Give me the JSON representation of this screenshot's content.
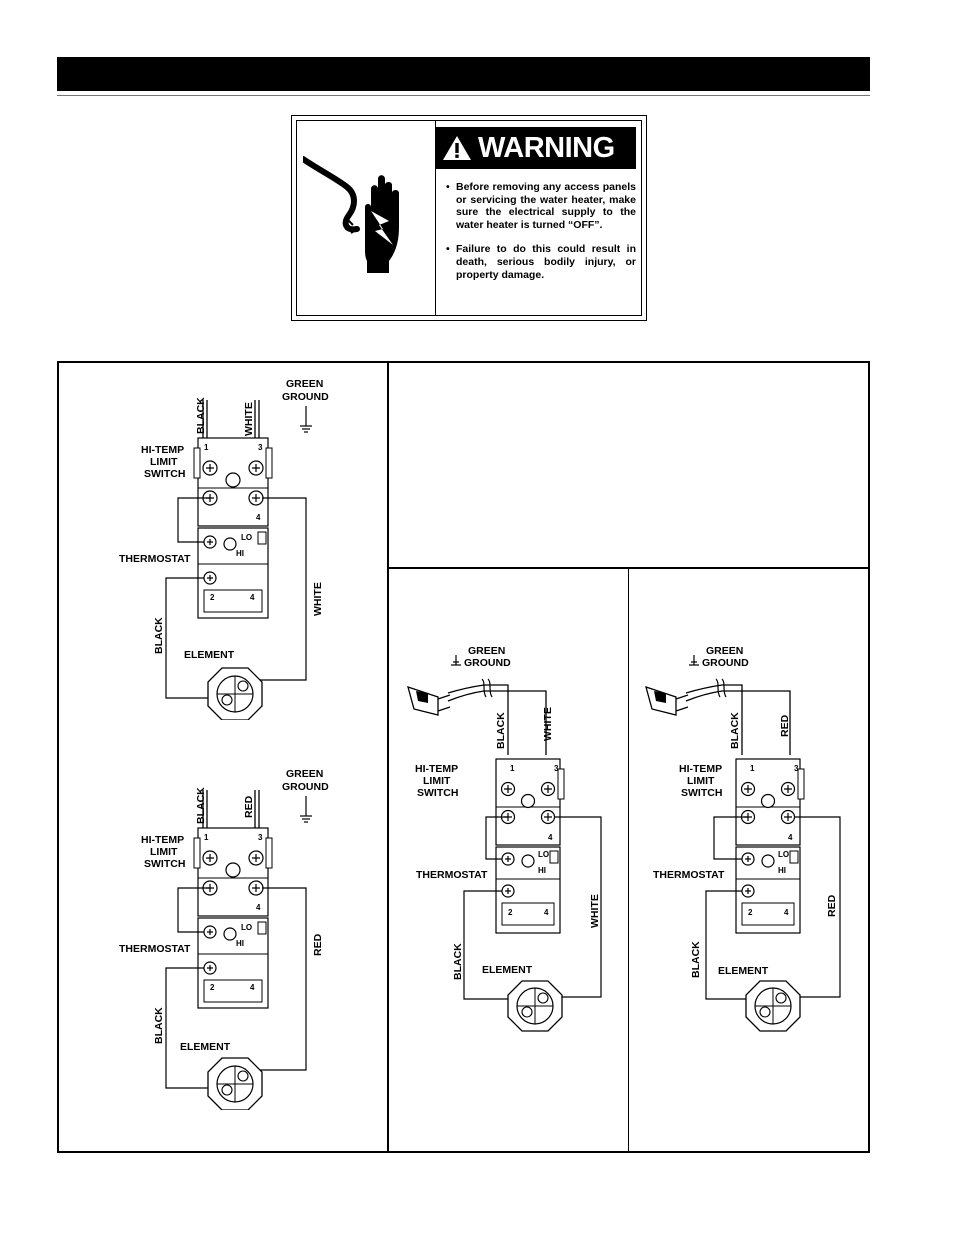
{
  "warning": {
    "title": "WARNING",
    "bullets": [
      "Before removing any access panels or servicing the water heater, make sure the electrical supply to the water heater is turned “OFF”.",
      "Failure to do this could result in death, serious bodily injury, or property damage."
    ]
  },
  "diagram_labels": {
    "green_ground": [
      "GREEN",
      "GROUND"
    ],
    "hi_temp_limit_switch": [
      "HI-TEMP",
      "LIMIT",
      "SWITCH"
    ],
    "thermostat": "THERMOSTAT",
    "element": "ELEMENT",
    "black": "BLACK",
    "white": "WHITE",
    "red": "RED",
    "terminal_1": "1",
    "terminal_2": "2",
    "terminal_3": "3",
    "terminal_4": "4",
    "lo": "LO",
    "hi": "HI"
  },
  "diagrams": [
    {
      "id": "hardwired-240v-white",
      "wire_left": "BLACK",
      "wire_right": "WHITE",
      "cord": false
    },
    {
      "id": "hardwired-240v-red",
      "wire_left": "BLACK",
      "wire_right": "RED",
      "cord": false
    },
    {
      "id": "cord-white",
      "wire_left": "BLACK",
      "wire_right": "WHITE",
      "cord": true
    },
    {
      "id": "cord-red",
      "wire_left": "BLACK",
      "wire_right": "RED",
      "cord": true
    }
  ],
  "icons": [
    "warning-triangle-icon",
    "electric-shock-hand-icon",
    "ground-symbol-icon",
    "power-plug-icon",
    "screw-terminal-icon",
    "thermostat-dial-icon"
  ]
}
